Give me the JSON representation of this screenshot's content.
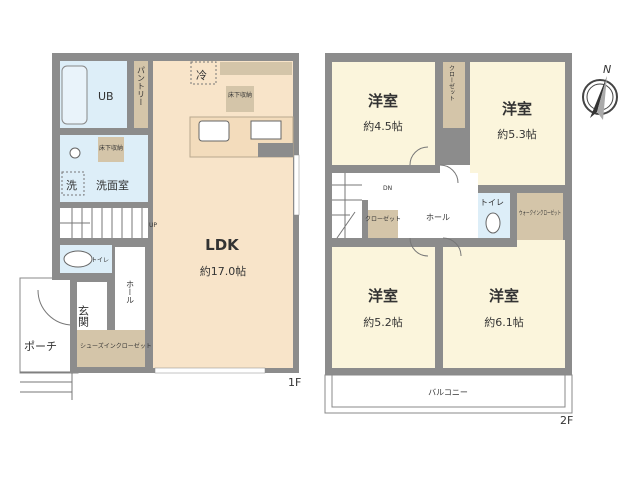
{
  "floor1": {
    "label": "1F",
    "rooms": {
      "ub": "UB",
      "pantry": "パントリー",
      "fridge": "冷",
      "underfloor_kitchen": "床下収納",
      "underfloor_wash": "床下収納",
      "washer": "洗",
      "washroom": "洗面室",
      "up": "UP",
      "toilet": "トイレ",
      "hall": "ホール",
      "genkan": "玄関",
      "shoe_closet": "シューズインクローゼット",
      "porch": "ポーチ",
      "ldk": "LDK",
      "ldk_size": "約17.0帖"
    }
  },
  "floor2": {
    "label": "2F",
    "rooms": {
      "room1": "洋室",
      "room1_size": "約4.5帖",
      "room2": "洋室",
      "room2_size": "約5.3帖",
      "room3": "洋室",
      "room3_size": "約5.2帖",
      "room4": "洋室",
      "room4_size": "約6.1帖",
      "closet1": "クローゼット",
      "closet2": "クローゼット",
      "dn": "DN",
      "hall": "ホール",
      "toilet": "トイレ",
      "wic": "ウォークインクローゼット",
      "balcony": "バルコニー"
    }
  },
  "compass": {
    "label": "N",
    "icon": "north-arrow-icon"
  },
  "colors": {
    "wall": "#8c8c8c",
    "ldk": "#f8e4c9",
    "wet": "#ddeef8",
    "closet": "#d4c5a9",
    "room": "#fbf5dc"
  }
}
